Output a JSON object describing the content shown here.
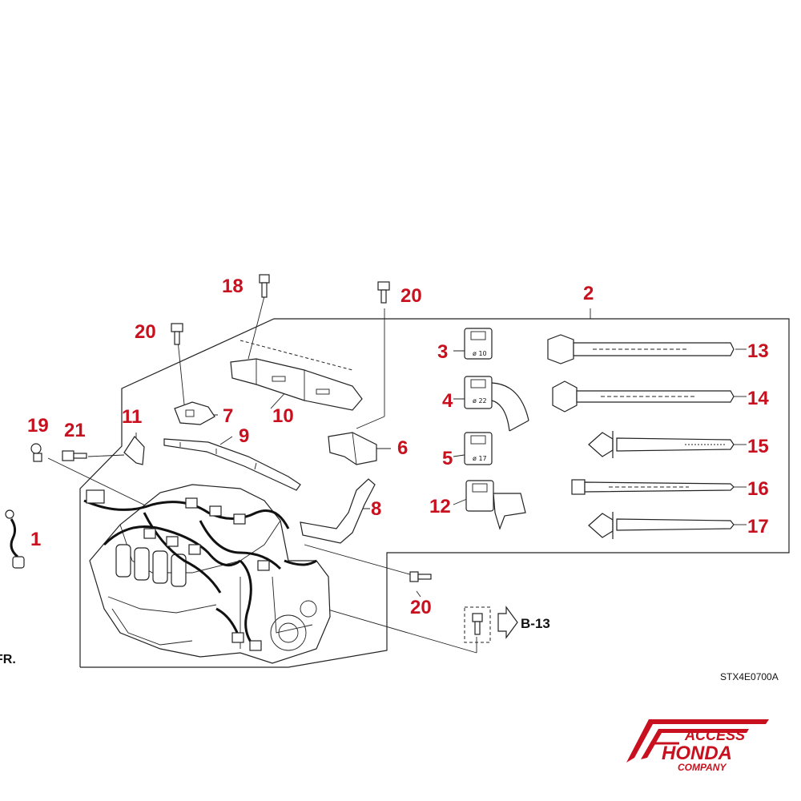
{
  "colors": {
    "callout": "#c8101e",
    "line_art": "#222222",
    "logo": "#c8101e"
  },
  "callouts": [
    {
      "part": "part-1",
      "label": "1"
    },
    {
      "part": "part-2",
      "label": "2"
    },
    {
      "part": "part-3",
      "label": "3"
    },
    {
      "part": "part-4",
      "label": "4"
    },
    {
      "part": "part-5",
      "label": "5"
    },
    {
      "part": "part-6",
      "label": "6"
    },
    {
      "part": "part-7",
      "label": "7"
    },
    {
      "part": "part-8",
      "label": "8"
    },
    {
      "part": "part-9",
      "label": "9"
    },
    {
      "part": "part-10",
      "label": "10"
    },
    {
      "part": "part-11",
      "label": "11"
    },
    {
      "part": "part-12",
      "label": "12"
    },
    {
      "part": "part-13",
      "label": "13"
    },
    {
      "part": "part-14",
      "label": "14"
    },
    {
      "part": "part-15",
      "label": "15"
    },
    {
      "part": "part-16",
      "label": "16"
    },
    {
      "part": "part-17",
      "label": "17"
    },
    {
      "part": "part-18",
      "label": "18"
    },
    {
      "part": "part-19",
      "label": "19"
    },
    {
      "part": "part-20a",
      "label": "20"
    },
    {
      "part": "part-20b",
      "label": "20"
    },
    {
      "part": "part-20c",
      "label": "20"
    },
    {
      "part": "part-21",
      "label": "21"
    }
  ],
  "clip_sizes": {
    "part-3": "ø 10",
    "part-4": "ø 22",
    "part-5": "ø 17"
  },
  "reference": {
    "label": "B-13"
  },
  "front_marker": "FR.",
  "diagram_code": "STX4E0700A",
  "logo": {
    "line1": "ACCESS",
    "line2": "HONDA",
    "line3": "COMPANY"
  }
}
